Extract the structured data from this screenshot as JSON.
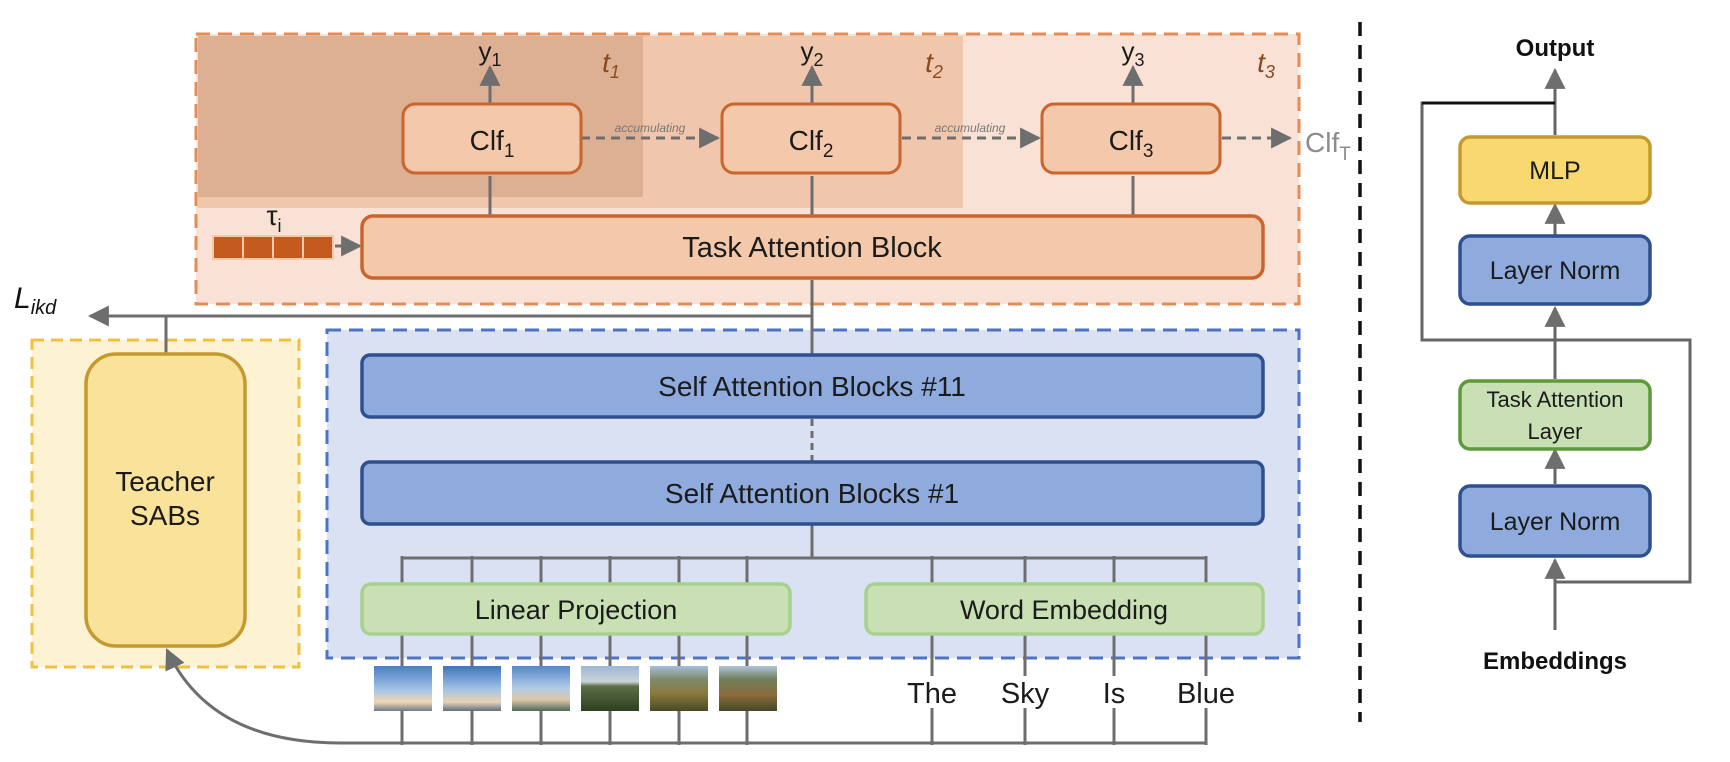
{
  "loss": {
    "main": "L",
    "sub": "ikd"
  },
  "task_token": {
    "main": "τ",
    "sub": "i"
  },
  "classifiers": [
    {
      "main": "Clf",
      "sub": "1",
      "output_main": "y",
      "output_sub": "1",
      "task_main": "t",
      "task_sub": "1"
    },
    {
      "main": "Clf",
      "sub": "2",
      "output_main": "y",
      "output_sub": "2",
      "task_main": "t",
      "task_sub": "2"
    },
    {
      "main": "Clf",
      "sub": "3",
      "output_main": "y",
      "output_sub": "3",
      "task_main": "t",
      "task_sub": "3"
    }
  ],
  "clf_final": {
    "main": "Clf",
    "sub": "T"
  },
  "accumulating_label": "accumulating",
  "task_attention_block": "Task Attention Block",
  "teacher": {
    "line1": "Teacher",
    "line2": "SABs"
  },
  "sab_top": "Self Attention Blocks #11",
  "sab_bottom": "Self Attention Blocks #1",
  "linear_projection": "Linear Projection",
  "word_embedding": "Word Embedding",
  "words": [
    "The",
    "Sky",
    "Is",
    "Blue"
  ],
  "image_patches": [
    "sky-patch-1",
    "sky-patch-2",
    "sky-patch-3",
    "landscape-patch-1",
    "landscape-patch-2",
    "landscape-patch-3"
  ],
  "detail": {
    "output": "Output",
    "mlp": "MLP",
    "layer_norm_top": "Layer Norm",
    "task_attention_layer_line1": "Task Attention",
    "task_attention_layer_line2": "Layer",
    "layer_norm_bottom": "Layer Norm",
    "embeddings": "Embeddings"
  },
  "colors": {
    "orange_region": "#f8e1d4",
    "orange_border": "#e08a55",
    "orange_box": "#f4c8aa",
    "orange_box_border": "#c9652d",
    "token_fill": "#c55a1e",
    "blue_region": "#d9e1f2",
    "blue_border": "#4f73c4",
    "blue_box": "#8faadc",
    "blue_box_border": "#2f4f8f",
    "yellow_region": "#fdf3d0",
    "yellow_border": "#f0c040",
    "yellow_box": "#f9e29a",
    "yellow_box_border": "#c49a2e",
    "green_box": "#c9e0b4",
    "green_box_border": "#a9d18e",
    "green_box_border_dark": "#5e9a3a",
    "mlp_fill": "#f9d96f",
    "mlp_border": "#c49a2e",
    "line": "#707070"
  }
}
